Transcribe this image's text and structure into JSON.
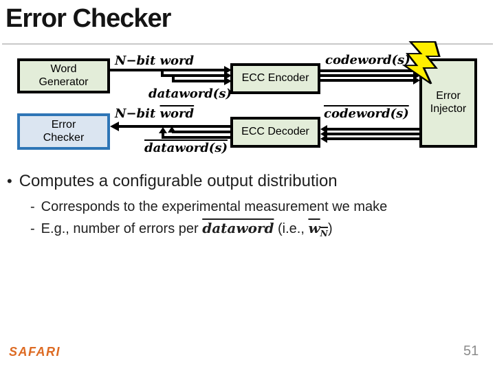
{
  "title": "Error Checker",
  "diagram": {
    "boxes": {
      "word_generator": {
        "line1": "Word",
        "line2": "Generator",
        "fill": "#e3edd9",
        "border": "#000000"
      },
      "ecc_encoder": {
        "label": "ECC Encoder",
        "fill": "#e3edd9",
        "border": "#000000"
      },
      "ecc_decoder": {
        "label": "ECC Decoder",
        "fill": "#e3edd9",
        "border": "#000000"
      },
      "error_checker": {
        "line1": "Error",
        "line2": "Checker",
        "fill": "#dbe5f1",
        "border": "#2e75b6"
      },
      "error_injector": {
        "line1": "Error",
        "line2": "Injector",
        "fill": "#e3edd9",
        "border": "#000000"
      }
    },
    "flow_labels": {
      "top_word": "N−bit word",
      "top_dataword": "dataword(s)",
      "bottom_word_prefix": "N−bit ",
      "bottom_word_overlined": "word",
      "bottom_dataword": "dataword(s)",
      "top_codeword": "codeword(s)",
      "bottom_codeword": "codeword(s)"
    },
    "lightning": {
      "fill": "#ffee00",
      "stroke": "#000000"
    }
  },
  "bullets": {
    "main": {
      "marker": "•",
      "text": "Computes a configurable output distribution"
    },
    "sub1": {
      "marker": "-",
      "text": "Corresponds to the experimental measurement we make"
    },
    "sub2": {
      "marker": "-",
      "prefix": "E.g., number of errors per ",
      "math_dataword": "dataword",
      "mid": " (i.e., ",
      "math_w": "w",
      "math_sub": "N",
      "suffix": ")"
    }
  },
  "footer": {
    "logo": "SAFARI",
    "logo_color": "#dd6a22",
    "page_number": "51"
  }
}
